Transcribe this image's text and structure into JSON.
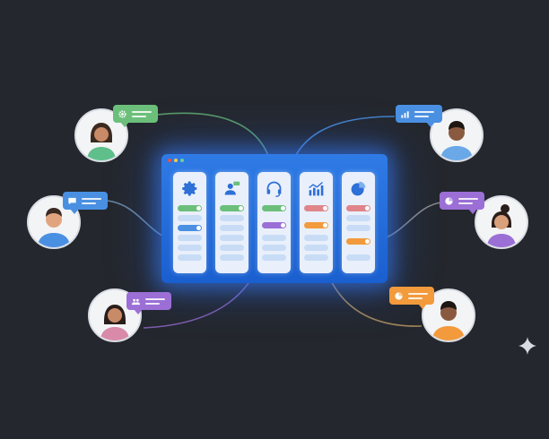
{
  "colors": {
    "background": "#24272d",
    "green": "#6bbf7a",
    "blue": "#4a90e2",
    "purple": "#9b6fd6",
    "orange": "#f29a3c",
    "pink": "#e0868a",
    "window": "#2373e0"
  },
  "window": {
    "dots": [
      "#e5534b",
      "#f2c94c",
      "#6fcf97"
    ],
    "columns": [
      {
        "icon": "gear-icon",
        "accent": "#6bbf7a",
        "highlights": [
          {
            "row": 1,
            "color": "#6bbf7a"
          },
          {
            "row": 3,
            "color": "#4a90e2"
          }
        ]
      },
      {
        "icon": "support-agent-icon",
        "accent": "#6bbf7a",
        "highlights": [
          {
            "row": 1,
            "color": "#6bbf7a"
          }
        ]
      },
      {
        "icon": "headset-icon",
        "accent": "#6bbf7a",
        "highlights": [
          {
            "row": 1,
            "color": "#6bbf7a"
          },
          {
            "row": 2,
            "color": "#9b6fd6"
          }
        ]
      },
      {
        "icon": "analytics-chart-icon",
        "accent": "#f29a3c",
        "highlights": [
          {
            "row": 1,
            "color": "#e0868a"
          },
          {
            "row": 2,
            "color": "#f29a3c"
          }
        ]
      },
      {
        "icon": "pie-chart-icon",
        "accent": "#f29a3c",
        "highlights": [
          {
            "row": 1,
            "color": "#e0868a"
          },
          {
            "row": 3,
            "color": "#f29a3c"
          }
        ]
      }
    ]
  },
  "users": [
    {
      "id": "user-top-left",
      "avatar": "woman-icon",
      "bubble_icon": "gear-icon",
      "bubble_color": "#6bbf7a",
      "line_color": "#6bbf7a"
    },
    {
      "id": "user-mid-left",
      "avatar": "man-icon",
      "bubble_icon": "chat-icon",
      "bubble_color": "#4a90e2",
      "line_color": "#7fa6c9"
    },
    {
      "id": "user-bottom-left",
      "avatar": "woman-icon",
      "bubble_icon": "team-icon",
      "bubble_color": "#9b6fd6",
      "line_color": "#9b6fd6"
    },
    {
      "id": "user-top-right",
      "avatar": "man-icon",
      "bubble_icon": "bar-chart-icon",
      "bubble_color": "#4a90e2",
      "line_color": "#4a90e2"
    },
    {
      "id": "user-mid-right",
      "avatar": "woman-icon",
      "bubble_icon": "pie-chart-icon",
      "bubble_color": "#9b6fd6",
      "line_color": "#a8a8a8"
    },
    {
      "id": "user-bottom-right",
      "avatar": "man-icon",
      "bubble_icon": "pie-chart-icon",
      "bubble_color": "#f29a3c",
      "line_color": "#c9a36a"
    }
  ],
  "decoration": {
    "sparkle": "sparkle-icon"
  }
}
